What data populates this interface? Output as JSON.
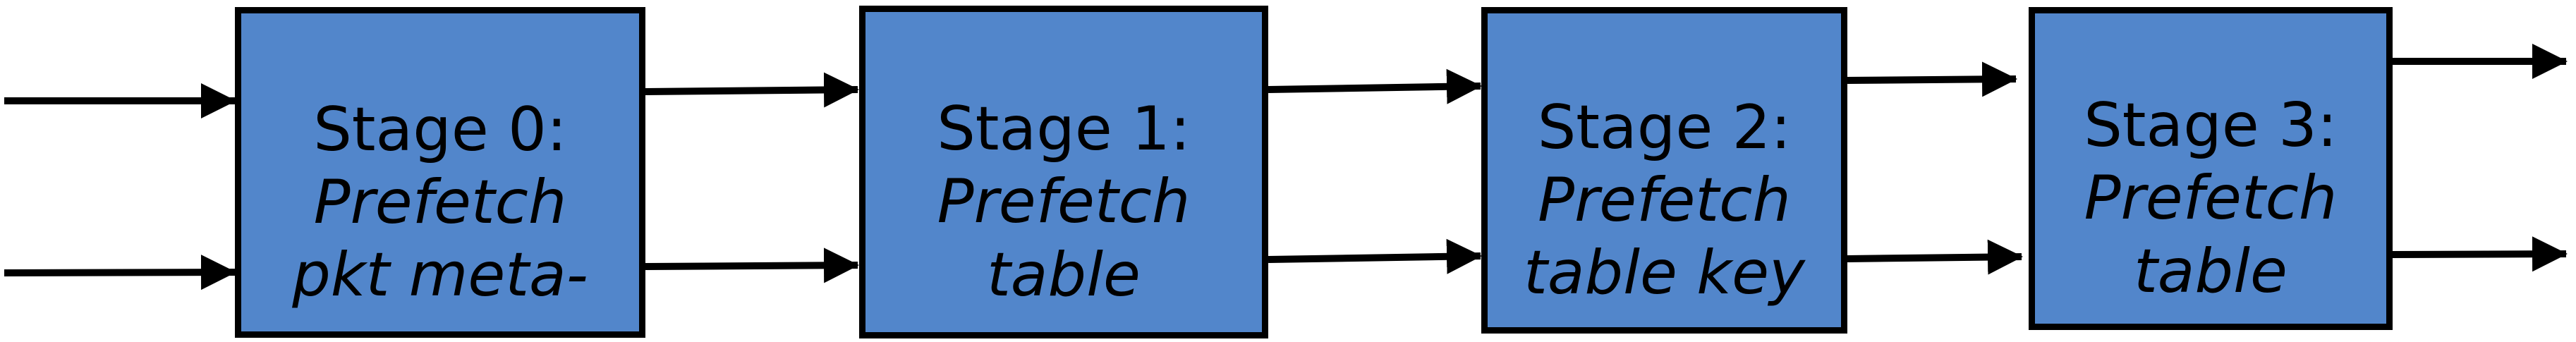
{
  "diagram": {
    "type": "pipeline-flow",
    "colors": {
      "background": "#ffffff",
      "box_fill": "#5286cb",
      "box_border": "#000000",
      "arrow": "#000000",
      "text": "#000000"
    },
    "stages": [
      {
        "title": "Stage 0:",
        "detail_line1": "Prefetch",
        "detail_line2": "pkt meta-"
      },
      {
        "title": "Stage 1:",
        "detail_line1": "Prefetch",
        "detail_line2": "table"
      },
      {
        "title": "Stage 2:",
        "detail_line1": "Prefetch",
        "detail_line2": "table key"
      },
      {
        "title": "Stage 3:",
        "detail_line1": "Prefetch",
        "detail_line2": "table"
      }
    ],
    "connections": [
      {
        "from": "input",
        "to": "Stage 0",
        "lanes": 2
      },
      {
        "from": "Stage 0",
        "to": "Stage 1",
        "lanes": 2
      },
      {
        "from": "Stage 1",
        "to": "Stage 2",
        "lanes": 2
      },
      {
        "from": "Stage 2",
        "to": "Stage 3",
        "lanes": 2
      },
      {
        "from": "Stage 3",
        "to": "output",
        "lanes": 2
      }
    ]
  }
}
